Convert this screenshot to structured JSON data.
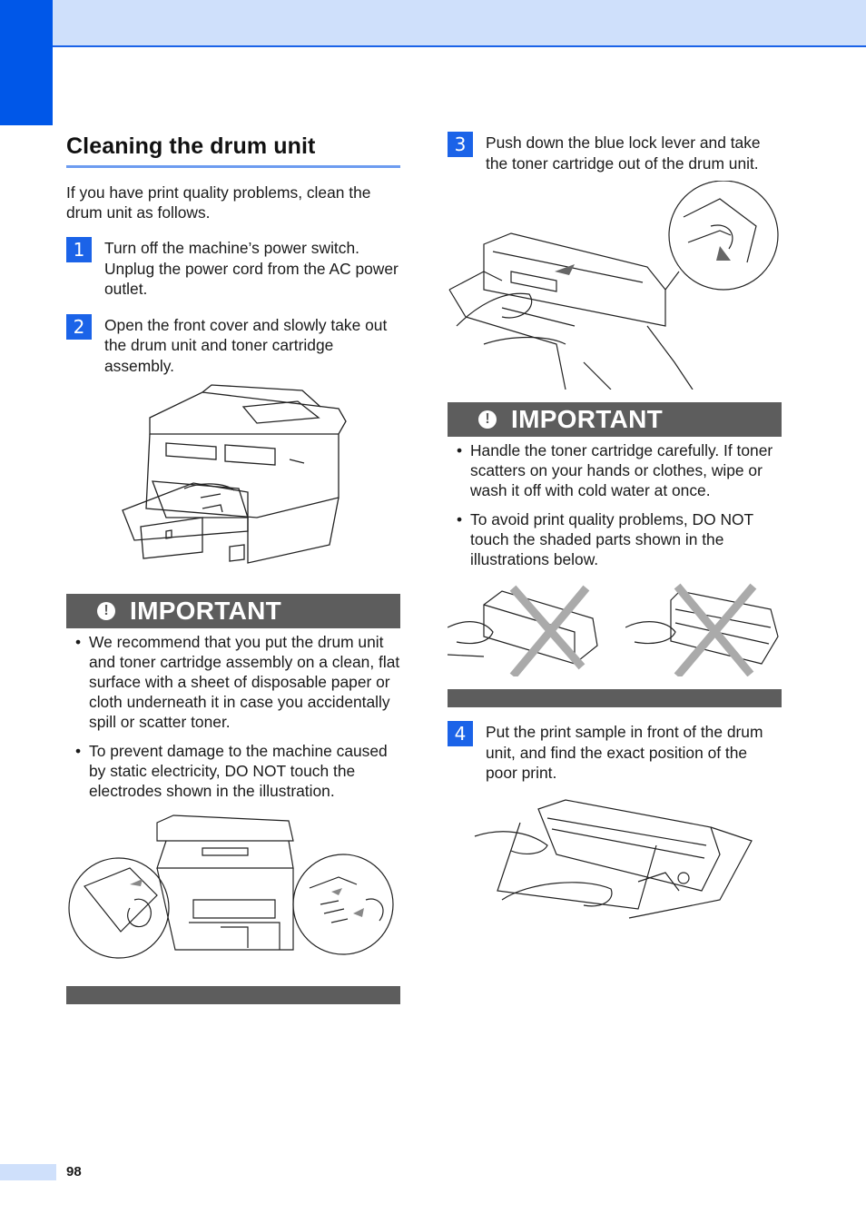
{
  "section_title": "Cleaning the drum unit",
  "intro": "If you have print quality problems, clean the drum unit as follows.",
  "steps": [
    {
      "num": "1",
      "text": "Turn off the machine’s power switch. Unplug the power cord from the AC power outlet."
    },
    {
      "num": "2",
      "text": "Open the front cover and slowly take out the drum unit and toner cartridge assembly."
    },
    {
      "num": "3",
      "text": "Push down the blue lock lever and take the toner cartridge out of the drum unit."
    },
    {
      "num": "4",
      "text": "Put the print sample in front of the drum unit, and find the exact position of the poor print."
    }
  ],
  "important_1": {
    "label": "IMPORTANT",
    "bullets": [
      "We recommend that you put the drum unit and toner cartridge assembly on a clean, flat surface with a sheet of disposable paper or cloth underneath it in case you accidentally spill or scatter toner.",
      "To prevent damage to the machine caused by static electricity, DO NOT touch the electrodes shown in the illustration."
    ]
  },
  "important_2": {
    "label": "IMPORTANT",
    "bullets": [
      "Handle the toner cartridge carefully. If toner scatters on your hands or clothes, wipe or wash it off with cold water at once.",
      "To avoid print quality problems, DO NOT touch the shaded parts shown in the illustrations below."
    ]
  },
  "page_number": "98",
  "colors": {
    "accent_blue": "#1b63e8",
    "band_light_blue": "#cfe0fb",
    "important_gray": "#5d5d5d"
  }
}
